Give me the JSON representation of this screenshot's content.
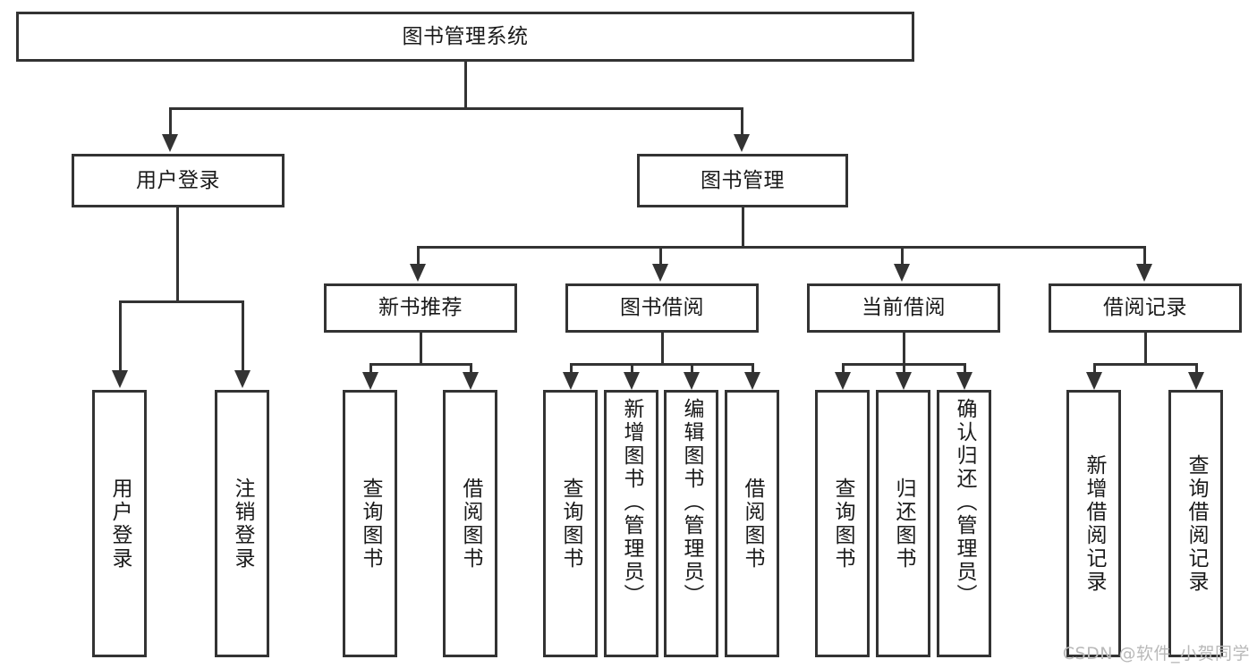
{
  "diagram": {
    "type": "tree-hierarchy-chart",
    "title": "图书管理系统",
    "root": {
      "label": "图书管理系统"
    },
    "level2": [
      {
        "label": "用户登录"
      },
      {
        "label": "图书管理"
      }
    ],
    "level3": [
      {
        "label": "新书推荐"
      },
      {
        "label": "图书借阅"
      },
      {
        "label": "当前借阅"
      },
      {
        "label": "借阅记录"
      }
    ],
    "leaves": {
      "user_login": [
        {
          "label": "用户登录"
        },
        {
          "label": "注销登录"
        }
      ],
      "new_book_recommend": [
        {
          "label": "查询图书"
        },
        {
          "label": "借阅图书"
        }
      ],
      "book_borrow": [
        {
          "label": "查询图书"
        },
        {
          "label": "新增图书（管理员）"
        },
        {
          "label": "编辑图书（管理员）"
        },
        {
          "label": "借阅图书"
        }
      ],
      "current_borrow": [
        {
          "label": "查询图书"
        },
        {
          "label": "归还图书"
        },
        {
          "label": "确认归还（管理员）"
        }
      ],
      "borrow_record": [
        {
          "label": "新增借阅记录"
        },
        {
          "label": "查询借阅记录"
        }
      ]
    }
  },
  "watermark": {
    "text": "CSDN @软件_小贺同学"
  },
  "colors": {
    "stroke": "#333333",
    "text": "#1a1a1a",
    "background": "#ffffff",
    "watermark": "#b9b9b9"
  }
}
